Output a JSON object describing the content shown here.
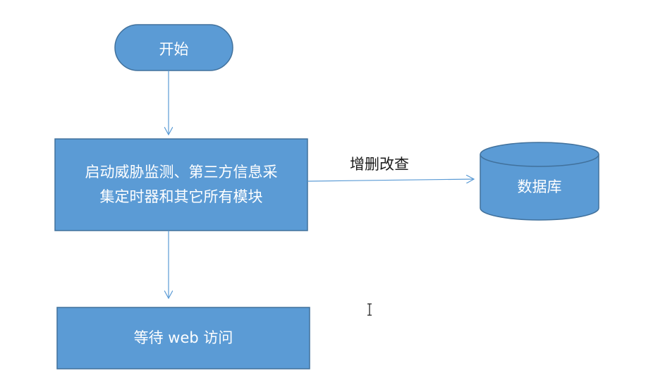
{
  "nodes": {
    "start": {
      "label": "开始"
    },
    "process": {
      "line1": "启动威胁监测、第三方信息采",
      "line2": "集定时器和其它所有模块"
    },
    "database": {
      "label": "数据库"
    },
    "wait": {
      "label": "等待 web 访问"
    }
  },
  "edges": {
    "crud": {
      "label": "增删改查"
    }
  },
  "colors": {
    "node_fill": "#5b9bd5",
    "node_stroke": "#41719c",
    "edge": "#5b9bd5",
    "node_text": "#ffffff"
  },
  "icons": {
    "cursor": "text-cursor-icon"
  }
}
